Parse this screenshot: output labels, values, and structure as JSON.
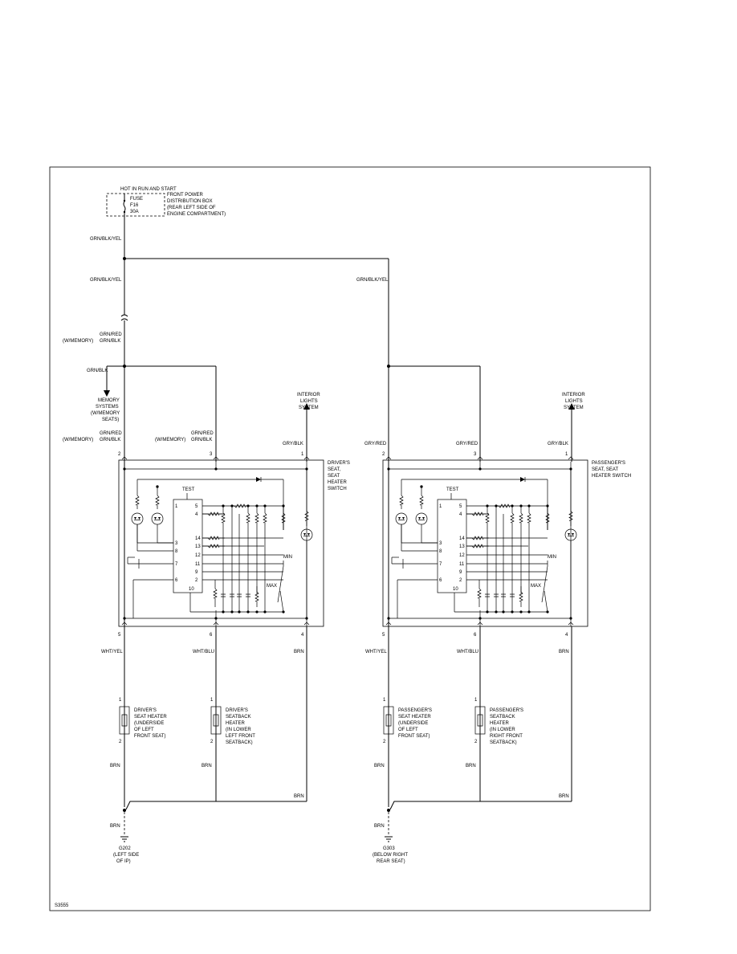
{
  "top_label": "HOT IN RUN AND START",
  "fuse": {
    "title": "FUSE",
    "name": "F16",
    "rating": "30A",
    "location": [
      "FRONT POWER",
      "DISTRIBUTION BOX",
      "(REAR LEFT SIDE OF",
      "ENGINE COMPARTMENT)"
    ]
  },
  "wires": {
    "grn_bk_yel_1": "GRN/BLK/YEL",
    "grn_bk_yel_2": "GRN/BLK/YEL",
    "grn_bk_yel_3": "GRN/BLK/YEL",
    "grn_red_1": "GRN/RED",
    "grn_blk_1": "GRN/BLK",
    "w_memory_1": "(W/MEMORY)",
    "grn_blk_2": "GRN/BLK",
    "grn_red_2": "GRN/RED",
    "grn_blk_3": "GRN/BLK",
    "w_memory_2": "(W/MEMORY)",
    "grn_red_3": "GRN/RED",
    "grn_blk_4": "GRN/BLK",
    "w_memory_3": "(W/MEMORY)",
    "gry_blk_1": "GRY/BLK",
    "gry_red_1": "GRY/RED",
    "gry_red_2": "GRY/RED",
    "gry_blk_2": "GRY/BLK",
    "wht_yel_1": "WHT/YEL",
    "wht_blu_1": "WHT/BLU",
    "brn_1": "BRN",
    "wht_yel_2": "WHT/YEL",
    "wht_blu_2": "WHT/BLU",
    "brn_2": "BRN",
    "brn_3": "BRN",
    "brn_4": "BRN",
    "brn_5": "BRN",
    "brn_6": "BRN",
    "brn_7": "BRN",
    "brn_8": "BRN",
    "brn_9": "BRN"
  },
  "memory_systems": [
    "MEMORY",
    "SYSTEMS",
    "(W/MEMORY",
    "SEATS)"
  ],
  "interior_lights_left": [
    "INTERIOR",
    "LIGHTS",
    "SYSTEM"
  ],
  "interior_lights_right": [
    "INTERIOR",
    "LIGHTS",
    "SYSTEM"
  ],
  "driver_switch": [
    "DRIVER'S",
    "SEAT,",
    "SEAT",
    "HEATER",
    "SWITCH"
  ],
  "passenger_switch": [
    "PASSENGER'S",
    "SEAT, SEAT",
    "HEATER SWITCH"
  ],
  "pins_top": [
    "2",
    "3",
    "1"
  ],
  "pins_bottom": [
    "5",
    "6",
    "4"
  ],
  "ic": {
    "test": "TEST",
    "pins_left": [
      "1",
      "3",
      "8",
      "7",
      "6"
    ],
    "pins_right": [
      "5",
      "4",
      "14",
      "13",
      "12",
      "11",
      "9",
      "2",
      "10"
    ],
    "min": "MIN",
    "max": "MAX"
  },
  "heaters": {
    "driver_seat": [
      "DRIVER'S",
      "SEAT HEATER",
      "(UNDERSIDE",
      "OF LEFT",
      "FRONT SEAT)"
    ],
    "driver_back": [
      "DRIVER'S",
      "SEATBACK",
      "HEATER",
      "(IN LOWER",
      "LEFT FRONT",
      "SEATBACK)"
    ],
    "pass_seat": [
      "PASSENGER'S",
      "SEAT HEATER",
      "(UNDERSIDE",
      "OF LEFT",
      "FRONT SEAT)"
    ],
    "pass_back": [
      "PASSENGER'S",
      "SEATBACK",
      "HEATER",
      "(IN LOWER",
      "RIGHT FRONT",
      "SEATBACK)"
    ],
    "pin_top": "1",
    "pin_bottom": "2"
  },
  "grounds": {
    "left": [
      "G202",
      "(LEFT SIDE",
      "OF IP)"
    ],
    "right": [
      "G303",
      "(BELOW RIGHT",
      "REAR SEAT)"
    ]
  },
  "figure_id": "S3555"
}
